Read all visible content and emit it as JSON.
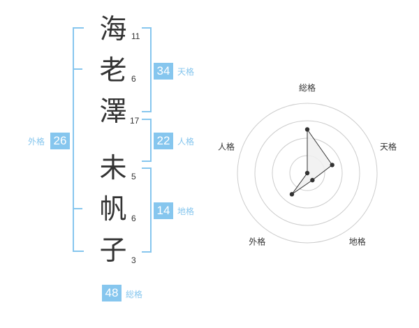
{
  "name": {
    "chars": [
      {
        "char": "海",
        "strokes": "11"
      },
      {
        "char": "老",
        "strokes": "6"
      },
      {
        "char": "澤",
        "strokes": "17"
      },
      {
        "char": "未",
        "strokes": "5"
      },
      {
        "char": "帆",
        "strokes": "6"
      },
      {
        "char": "子",
        "strokes": "3"
      }
    ]
  },
  "fortunes": {
    "tenkaku": {
      "label": "天格",
      "value": "34"
    },
    "jinkaku": {
      "label": "人格",
      "value": "22"
    },
    "chikaku": {
      "label": "地格",
      "value": "14"
    },
    "gaikaku": {
      "label": "外格",
      "value": "26"
    },
    "soukaku": {
      "label": "総格",
      "value": "48"
    }
  },
  "colors": {
    "accent": "#86c6ee",
    "text": "#333333",
    "grid": "#cccccc",
    "area_fill": "#f0f0f0"
  },
  "chart_data": {
    "type": "radar",
    "axes": [
      "総格",
      "天格",
      "地格",
      "外格",
      "人格"
    ],
    "rings": 4,
    "range": [
      0,
      4
    ],
    "values": [
      2.5,
      1.5,
      0.5,
      1.5,
      0
    ]
  }
}
